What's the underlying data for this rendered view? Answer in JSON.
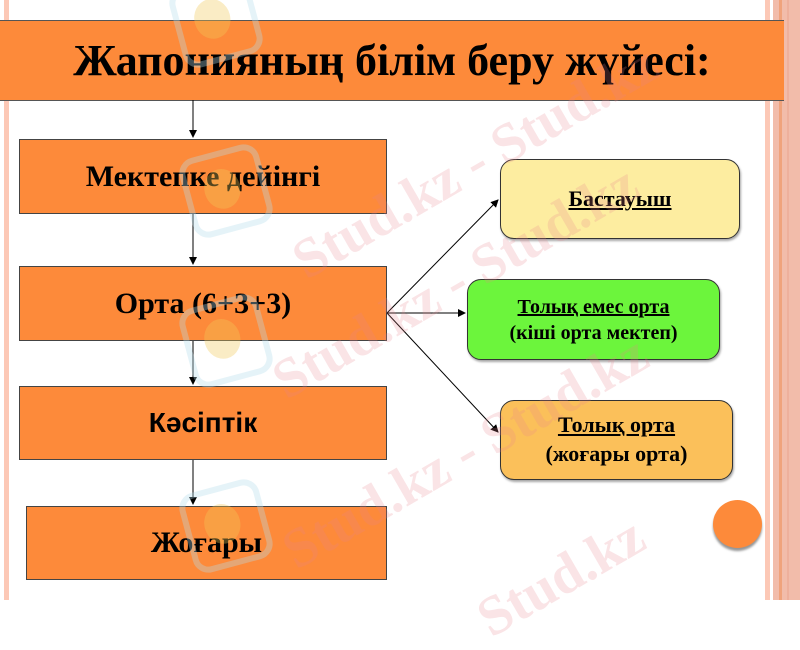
{
  "slide": {
    "title": "Жапонияның білім беру жүйесі:",
    "colors": {
      "box_orange": "#fd8a3a",
      "yellow": "#fdeda0",
      "green": "#6cf53c",
      "light_orange": "#fbc05a",
      "border_stripe": "#f2bcaa"
    }
  },
  "flow": {
    "boxes": [
      {
        "label": "Мектепке дейінгі"
      },
      {
        "label": "Орта (6+3+3)"
      },
      {
        "label": "Кәсіптік"
      },
      {
        "label": "Жоғары"
      }
    ]
  },
  "branches": [
    {
      "line1": "Бастауыш",
      "line2": ""
    },
    {
      "line1": "Толық емес орта",
      "line2": "(кіші орта мектеп)"
    },
    {
      "line1": "Толық орта",
      "line2": "(жоғары орта)"
    }
  ],
  "watermark": {
    "text": "Stud.kz",
    "text_long": "Stud.kz - Stud.kz"
  }
}
